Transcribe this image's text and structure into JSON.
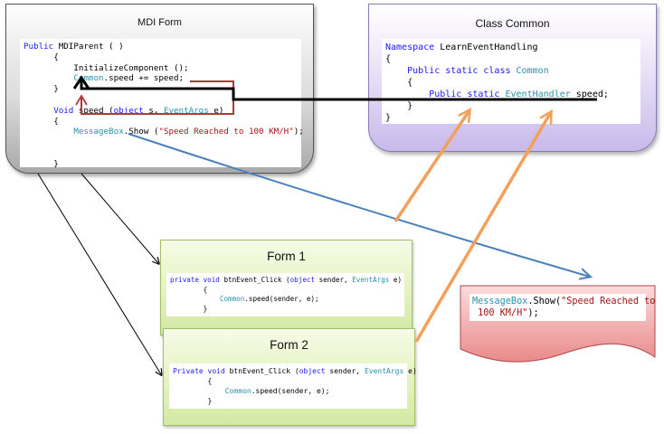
{
  "mdi_form": {
    "title": "MDI Form",
    "lines": [
      [
        {
          "t": "Public",
          "c": "kw"
        },
        {
          "t": " MDIParent ( )"
        }
      ],
      [
        {
          "t": "      {"
        }
      ],
      [
        {
          "t": "          InitializeComponent ();"
        }
      ],
      [
        {
          "t": "          "
        },
        {
          "t": "Common",
          "c": "ty"
        },
        {
          "t": ".speed += speed;"
        }
      ],
      [
        {
          "t": "      }"
        }
      ],
      [
        {
          "t": ""
        }
      ],
      [
        {
          "t": "      "
        },
        {
          "t": "Void",
          "c": "kw"
        },
        {
          "t": " speed ("
        },
        {
          "t": "object",
          "c": "kw"
        },
        {
          "t": " s, "
        },
        {
          "t": "EventArgs",
          "c": "ty"
        },
        {
          "t": " e)"
        }
      ],
      [
        {
          "t": "      {"
        }
      ],
      [
        {
          "t": "          "
        },
        {
          "t": "MessageBox",
          "c": "ty"
        },
        {
          "t": ".Show ("
        },
        {
          "t": "\"Speed Reached to 100 KM/H\"",
          "c": "st"
        },
        {
          "t": ");"
        }
      ],
      [
        {
          "t": ""
        }
      ],
      [
        {
          "t": ""
        }
      ],
      [
        {
          "t": "      }"
        }
      ]
    ]
  },
  "class_common": {
    "title": "Class Common",
    "lines": [
      [
        {
          "t": "Namespace",
          "c": "kw"
        },
        {
          "t": " LearnEventHandling"
        }
      ],
      [
        {
          "t": "{"
        }
      ],
      [
        {
          "t": "    "
        },
        {
          "t": "Public static class",
          "c": "kw"
        },
        {
          "t": " "
        },
        {
          "t": "Common",
          "c": "ty"
        }
      ],
      [
        {
          "t": "    {"
        }
      ],
      [
        {
          "t": "        "
        },
        {
          "t": "Public static",
          "c": "kw"
        },
        {
          "t": " "
        },
        {
          "t": "EventHandler",
          "c": "ty"
        },
        {
          "t": " speed;"
        }
      ],
      [
        {
          "t": "    }"
        }
      ],
      [
        {
          "t": "}"
        }
      ]
    ]
  },
  "form1": {
    "title": "Form 1",
    "lines": [
      [
        {
          "t": "private void",
          "c": "kw"
        },
        {
          "t": " btnEvent_Click ("
        },
        {
          "t": "object",
          "c": "kw"
        },
        {
          "t": " sender, "
        },
        {
          "t": "EventArgs",
          "c": "ty"
        },
        {
          "t": " e)"
        }
      ],
      [
        {
          "t": "        {"
        }
      ],
      [
        {
          "t": "            "
        },
        {
          "t": "Common",
          "c": "ty"
        },
        {
          "t": ".speed(sender, e);"
        }
      ],
      [
        {
          "t": "        }"
        }
      ]
    ]
  },
  "form2": {
    "title": "Form 2",
    "lines": [
      [
        {
          "t": "Private void",
          "c": "kw"
        },
        {
          "t": " btnEvent_Click ("
        },
        {
          "t": "object",
          "c": "kw"
        },
        {
          "t": " sender, "
        },
        {
          "t": "EventArgs",
          "c": "ty"
        },
        {
          "t": " e)"
        }
      ],
      [
        {
          "t": "        {"
        }
      ],
      [
        {
          "t": "            "
        },
        {
          "t": "Common",
          "c": "ty"
        },
        {
          "t": ".speed(sender, e);"
        }
      ],
      [
        {
          "t": "        }"
        }
      ]
    ]
  },
  "messagebox_shape": {
    "lines": [
      [
        {
          "t": "MessageBox",
          "c": "ty"
        },
        {
          "t": ".Show("
        },
        {
          "t": "\"Speed Reached to",
          "c": "st"
        }
      ],
      [
        {
          "t": " 100 KM/H\"",
          "c": "st"
        },
        {
          "t": ");"
        }
      ]
    ]
  },
  "colors": {
    "keyword": "#1a1aff",
    "type": "#2b91af",
    "string": "#a31515",
    "orange_arrow": "#f5a05a",
    "blue_arrow": "#4a7fc0",
    "red_connector": "#b03a3a"
  }
}
